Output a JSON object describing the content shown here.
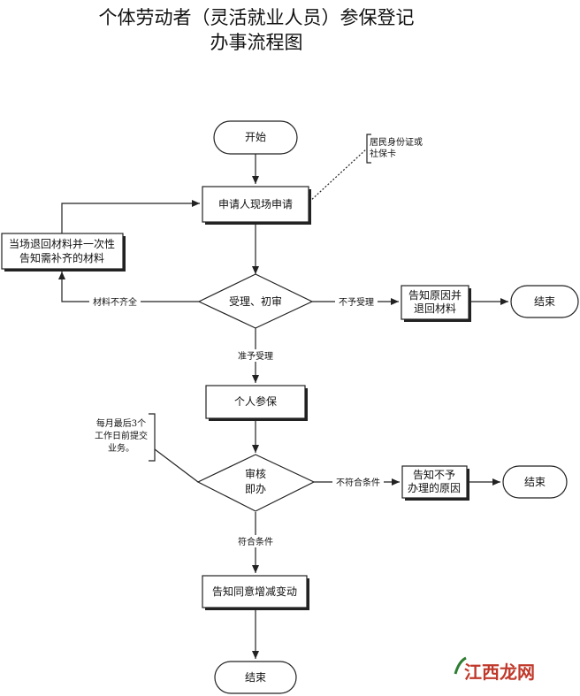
{
  "title": {
    "line1": "个体劳动者（灵活就业人员）参保登记",
    "line2": "办事流程图"
  },
  "nodes": {
    "start": "开始",
    "apply": "申请人现场申请",
    "return_materials_1": "当场退回材料并一次性",
    "return_materials_2": "告知需补齐的材料",
    "review": "受理、初审",
    "reject_notice_1": "告知原因并",
    "reject_notice_2": "退回材料",
    "end_1": "结束",
    "enroll": "个人参保",
    "audit_1": "审核",
    "audit_2": "即办",
    "deny_notice_1": "告知不予",
    "deny_notice_2": "办理的原因",
    "end_2": "结束",
    "notify_change": "告知同意增减变动",
    "end_3": "结束"
  },
  "notes": {
    "id_card_1": "居民身份证或",
    "id_card_2": "社保卡",
    "deadline_1": "每月最后3个",
    "deadline_2": "工作日前提交",
    "deadline_3": "业务。"
  },
  "edge_labels": {
    "incomplete": "材料不齐全",
    "not_accepted": "不予受理",
    "accepted": "准予受理",
    "not_qualified": "不符合条件",
    "qualified": "符合条件"
  },
  "watermark": "江西龙网",
  "colors": {
    "line": "#222222",
    "watermark_red": "#c0392b",
    "watermark_green": "#2e7d32"
  }
}
